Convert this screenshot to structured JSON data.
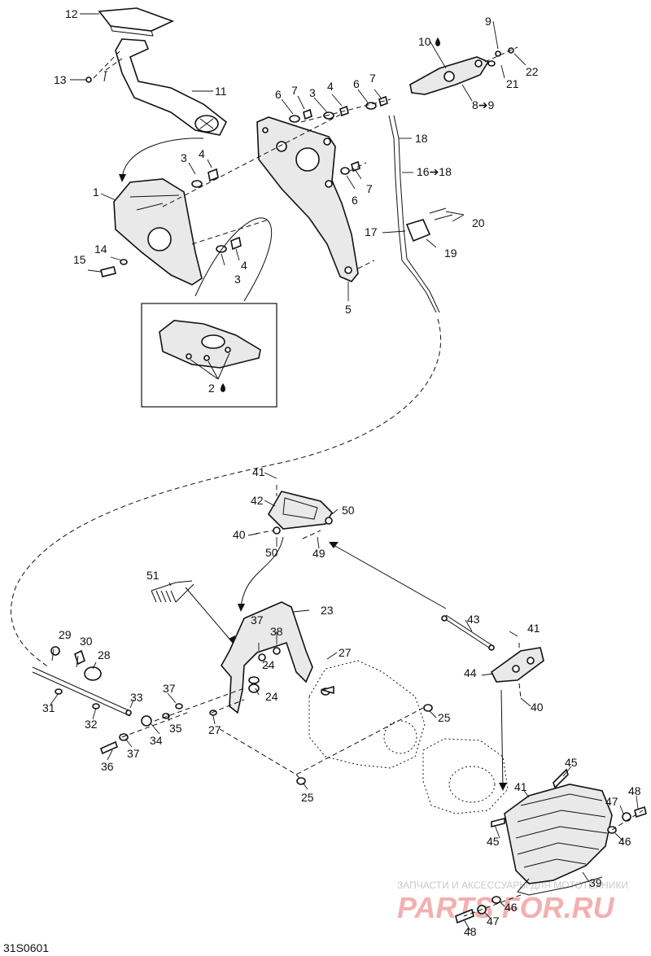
{
  "diagram_id": "31S0601",
  "watermark": {
    "line1": "ЗАПЧАСТИ И АКСЕССУАРЫ ДЛЯ МОТОТЕХНИКИ",
    "logo": "PARTS FOR.RU"
  },
  "callouts": {
    "c1": "1",
    "c2": "2",
    "c3a": "3",
    "c3b": "3",
    "c3c": "3",
    "c4a": "4",
    "c4b": "4",
    "c4c": "4",
    "c5": "5",
    "c6a": "6",
    "c6b": "6",
    "c6c": "6",
    "c7a": "7",
    "c7b": "7",
    "c7c": "7",
    "c8": "8➔9",
    "c9": "9",
    "c10": "10",
    "c11": "11",
    "c12": "12",
    "c13": "13",
    "c14": "14",
    "c15": "15",
    "c16": "16➔18",
    "c17": "17",
    "c18": "18",
    "c19": "19",
    "c20": "20",
    "c21": "21",
    "c22": "22",
    "c23": "23",
    "c24a": "24",
    "c24b": "24",
    "c25a": "25",
    "c25b": "25",
    "c27a": "27",
    "c27b": "27",
    "c28": "28",
    "c29": "29",
    "c30": "30",
    "c31": "31",
    "c32": "32",
    "c33": "33",
    "c34": "34",
    "c35": "35",
    "c36": "36",
    "c37a": "37",
    "c37b": "37",
    "c37c": "37",
    "c38": "38",
    "c39": "39",
    "c40a": "40",
    "c40b": "40",
    "c41a": "41",
    "c41b": "41",
    "c41c": "41",
    "c42": "42",
    "c43": "43",
    "c44": "44",
    "c45a": "45",
    "c45b": "45",
    "c46a": "46",
    "c46b": "46",
    "c47a": "47",
    "c47b": "47",
    "c48a": "48",
    "c48b": "48",
    "c49": "49",
    "c50a": "50",
    "c50b": "50",
    "c51": "51"
  },
  "icons": {
    "drop": "adhesive-drop-icon"
  }
}
